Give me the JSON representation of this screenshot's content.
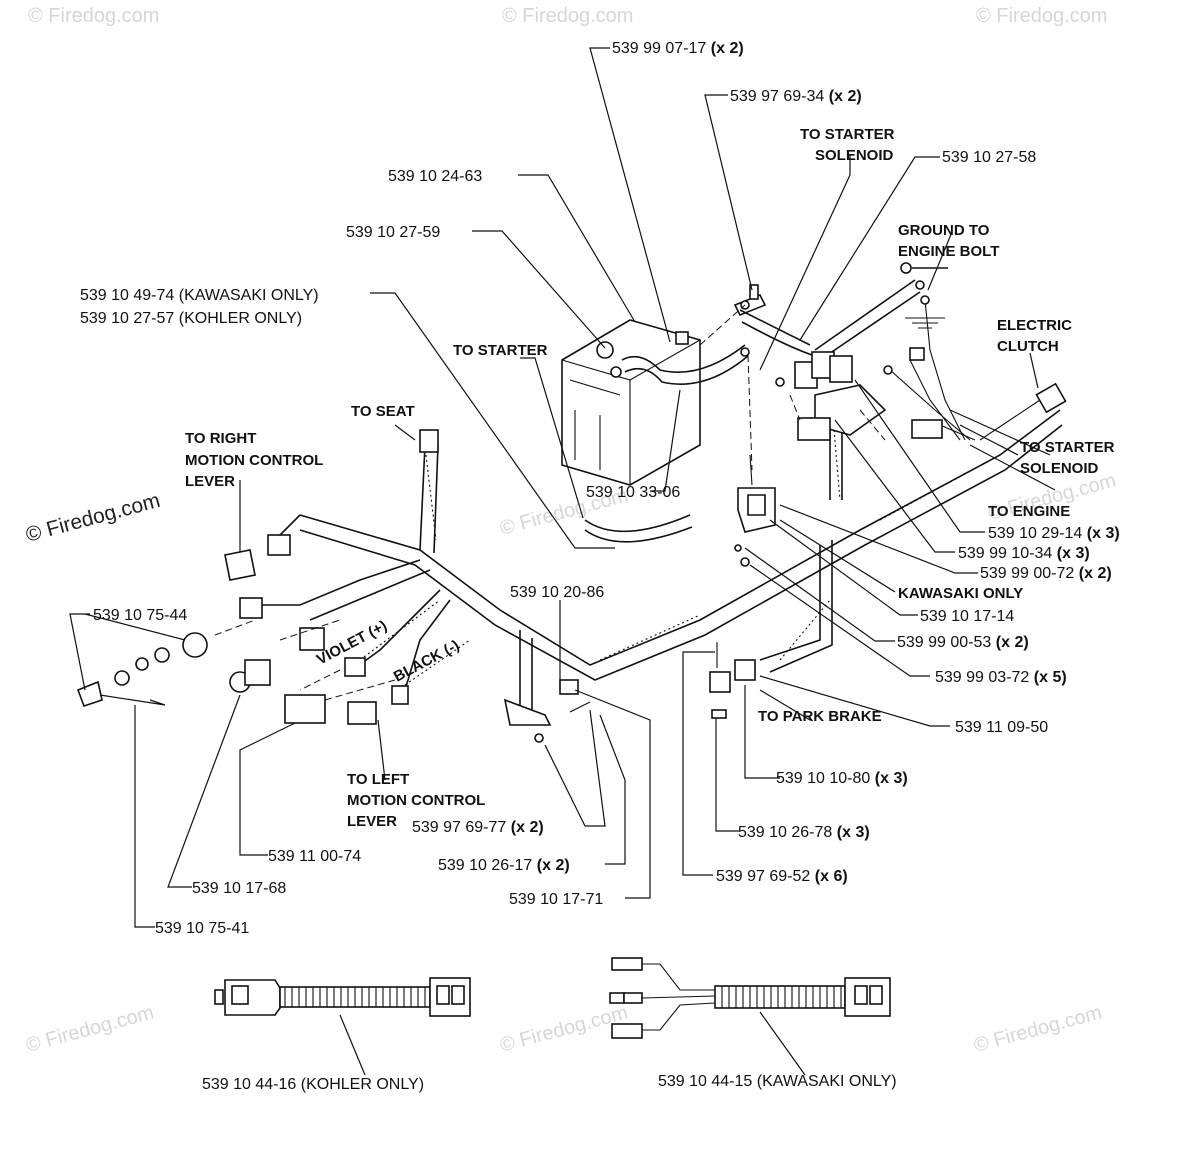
{
  "watermark": {
    "text": "Firedog.com",
    "symbol": "©",
    "main_text": "© Firedog.com"
  },
  "parts": [
    {
      "id": "p1",
      "number": "539 99 07-17",
      "qty": "(x 2)"
    },
    {
      "id": "p2",
      "number": "539 97 69-34",
      "qty": "(x 2)"
    },
    {
      "id": "p3",
      "number": "539 10 27-58",
      "qty": ""
    },
    {
      "id": "p4",
      "number": "539 10 24-63",
      "qty": ""
    },
    {
      "id": "p5",
      "number": "539 10 27-59",
      "qty": ""
    },
    {
      "id": "p6",
      "number": "539 10 49-74 (KAWASAKI ONLY)",
      "qty": ""
    },
    {
      "id": "p7",
      "number": "539 10 27-57 (KOHLER ONLY)",
      "qty": ""
    },
    {
      "id": "p8",
      "number": "539 10 33-06",
      "qty": ""
    },
    {
      "id": "p9",
      "number": "539 10 75-44",
      "qty": ""
    },
    {
      "id": "p10",
      "number": "539 10 20-86",
      "qty": ""
    },
    {
      "id": "p11",
      "number": "539 10 29-14",
      "qty": "(x 3)"
    },
    {
      "id": "p12",
      "number": "539 99 10-34",
      "qty": "(x 3)"
    },
    {
      "id": "p13",
      "number": "539 99 00-72",
      "qty": "(x 2)"
    },
    {
      "id": "p14",
      "number": "539 10 17-14",
      "qty": ""
    },
    {
      "id": "p15",
      "number": "539 99 00-53",
      "qty": "(x 2)"
    },
    {
      "id": "p16",
      "number": "539 99 03-72",
      "qty": "(x 5)"
    },
    {
      "id": "p17",
      "number": "539 11 09-50",
      "qty": ""
    },
    {
      "id": "p18",
      "number": "539 10 10-80",
      "qty": "(x 3)"
    },
    {
      "id": "p19",
      "number": "539 10 26-78",
      "qty": "(x 3)"
    },
    {
      "id": "p20",
      "number": "539 97 69-52",
      "qty": "(x 6)"
    },
    {
      "id": "p21",
      "number": "539 97 69-77",
      "qty": "(x 2)"
    },
    {
      "id": "p22",
      "number": "539 10 26-17",
      "qty": "(x 2)"
    },
    {
      "id": "p23",
      "number": "539 10 17-71",
      "qty": ""
    },
    {
      "id": "p24",
      "number": "539 11 00-74",
      "qty": ""
    },
    {
      "id": "p25",
      "number": "539 10 17-68",
      "qty": ""
    },
    {
      "id": "p26",
      "number": "539 10 75-41",
      "qty": ""
    },
    {
      "id": "p27",
      "number": "539 10 44-16 (KOHLER ONLY)",
      "qty": ""
    },
    {
      "id": "p28",
      "number": "539 10 44-15 (KAWASAKI ONLY)",
      "qty": ""
    }
  ],
  "notes": {
    "to_starter_solenoid_top": [
      "TO STARTER",
      "SOLENOID"
    ],
    "ground": [
      "GROUND TO",
      "ENGINE BOLT"
    ],
    "electric_clutch": [
      "ELECTRIC",
      "CLUTCH"
    ],
    "to_starter": "TO STARTER",
    "to_seat": "TO SEAT",
    "to_right": [
      "TO RIGHT",
      "MOTION CONTROL",
      "LEVER"
    ],
    "to_starter_solenoid_right": [
      "TO STARTER",
      "SOLENOID"
    ],
    "to_engine": "TO ENGINE",
    "kawasaki_only": "KAWASAKI ONLY",
    "violet": "VIOLET (+)",
    "black": "BLACK (-)",
    "to_park_brake": "TO PARK BRAKE",
    "to_left": [
      "TO LEFT",
      "MOTION CONTROL",
      "LEVER"
    ]
  }
}
